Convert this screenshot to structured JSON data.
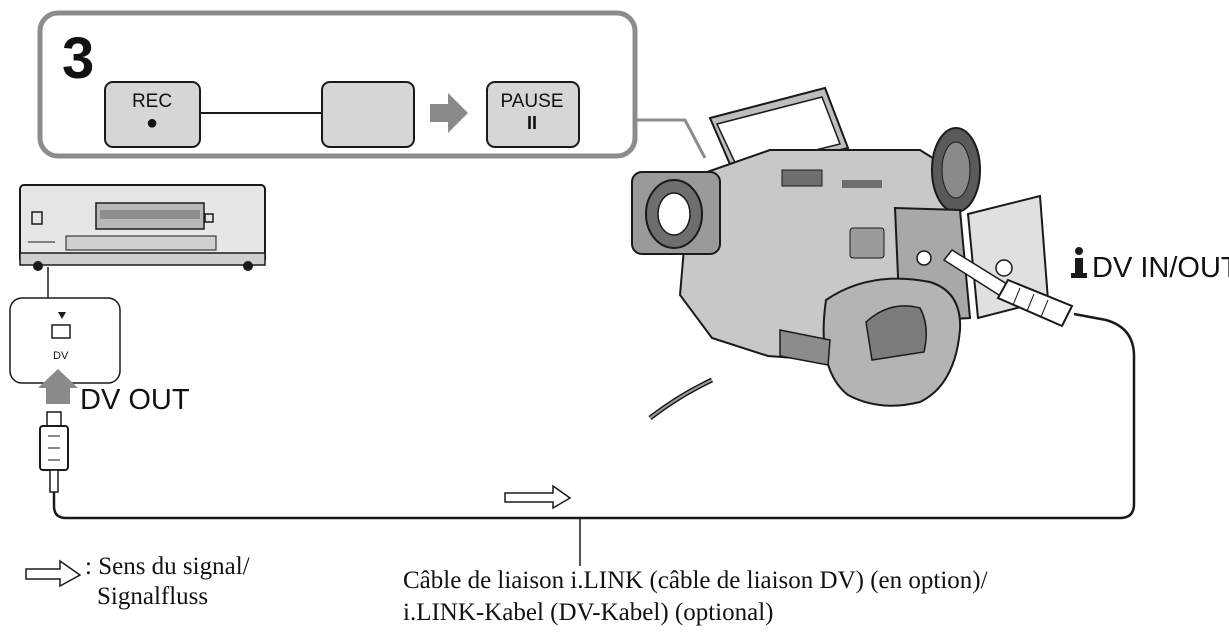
{
  "step": {
    "number": "3"
  },
  "buttons": {
    "rec": {
      "label": "REC",
      "symbol": "●"
    },
    "blank": {
      "label": ""
    },
    "pause": {
      "label": "PAUSE",
      "symbol": "II"
    }
  },
  "ports": {
    "vcr_port_label": "DV",
    "vcr_out_label": "DV OUT",
    "camera_port_label": "DV IN/OUT"
  },
  "legend": {
    "line1": ": Sens du signal/",
    "line2": "Signalfluss"
  },
  "cable_caption": {
    "line1": "Câble de liaison i.LINK (câble de liaison DV) (en option)/",
    "line2": "i.LINK-Kabel (DV-Kabel) (optional)"
  },
  "colors": {
    "line": "#1a1a1a",
    "panel_border": "#8c8c8c",
    "button_fill": "#d6d6d6",
    "arrow_gray": "#8a8a8a"
  }
}
